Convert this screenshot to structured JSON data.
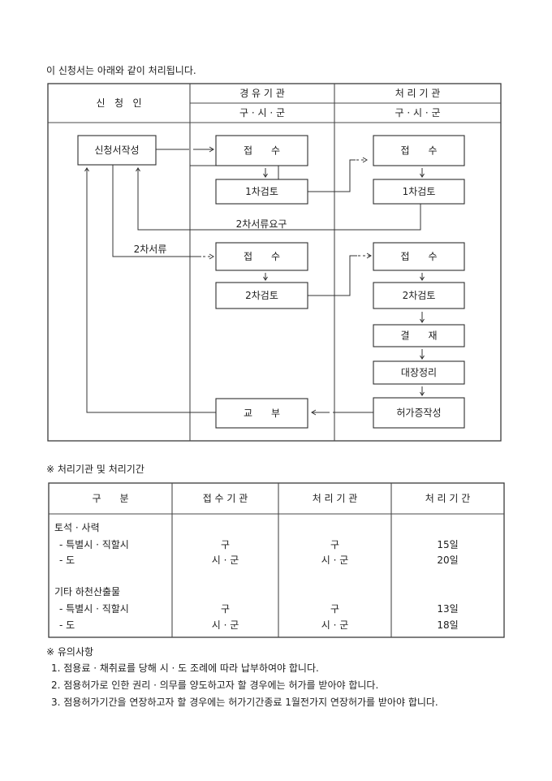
{
  "intro": "이 신청서는 아래와 같이 처리됩니다.",
  "flow_table": {
    "headers": {
      "applicant": "신   청   인",
      "via_agency": "경 유 기 관",
      "via_sub": "구 · 시 · 군",
      "processing_agency": "처 리 기 관",
      "processing_sub": "구 · 시 · 군"
    },
    "boxes": {
      "write_application": "신청서작성",
      "via_receipt_1": "접      수",
      "via_review_1": "1차검토",
      "proc_receipt_1": "접      수",
      "proc_review_1": "1차검토",
      "via_receipt_2": "접      수",
      "via_review_2": "2차검토",
      "proc_receipt_2": "접      수",
      "proc_review_2": "2차검토",
      "approval": "결      재",
      "ledger": "대장정리",
      "issue_permit": "허가증작성",
      "delivery": "교      부"
    },
    "labels": {
      "request_second_docs": "2차서류요구",
      "second_docs": "2차서류"
    }
  },
  "period_section": {
    "title": "※ 처리기관 및 처리기간",
    "columns": [
      "구      분",
      "접 수 기 관",
      "처 리 기 관",
      "처 리 기 간"
    ],
    "groups": [
      {
        "category": "토석 · 사력",
        "rows": [
          {
            "region": "- 특별시 · 직할시",
            "receiving": "구",
            "processing": "구",
            "period": "15일"
          },
          {
            "region": "- 도",
            "receiving": "시 · 군",
            "processing": "시 · 군",
            "period": "20일"
          }
        ]
      },
      {
        "category": "기타 하천산출물",
        "rows": [
          {
            "region": "- 특별시 · 직할시",
            "receiving": "구",
            "processing": "구",
            "period": "13일"
          },
          {
            "region": "- 도",
            "receiving": "시 · 군",
            "processing": "시 · 군",
            "period": "18일"
          }
        ]
      }
    ]
  },
  "notes": {
    "title": "※ 유의사항",
    "items": [
      "1. 점용료 · 채취료를 당해 시 · 도 조례에 따라 납부하여야 합니다.",
      "2. 점용허가로 인한 권리 · 의무를 양도하고자 할 경우에는 허가를 받아야 합니다.",
      "3. 점용허가기간을 연장하고자 할 경우에는 허가기간종료 1월전가지 연장허가를 받아야 합니다."
    ]
  }
}
